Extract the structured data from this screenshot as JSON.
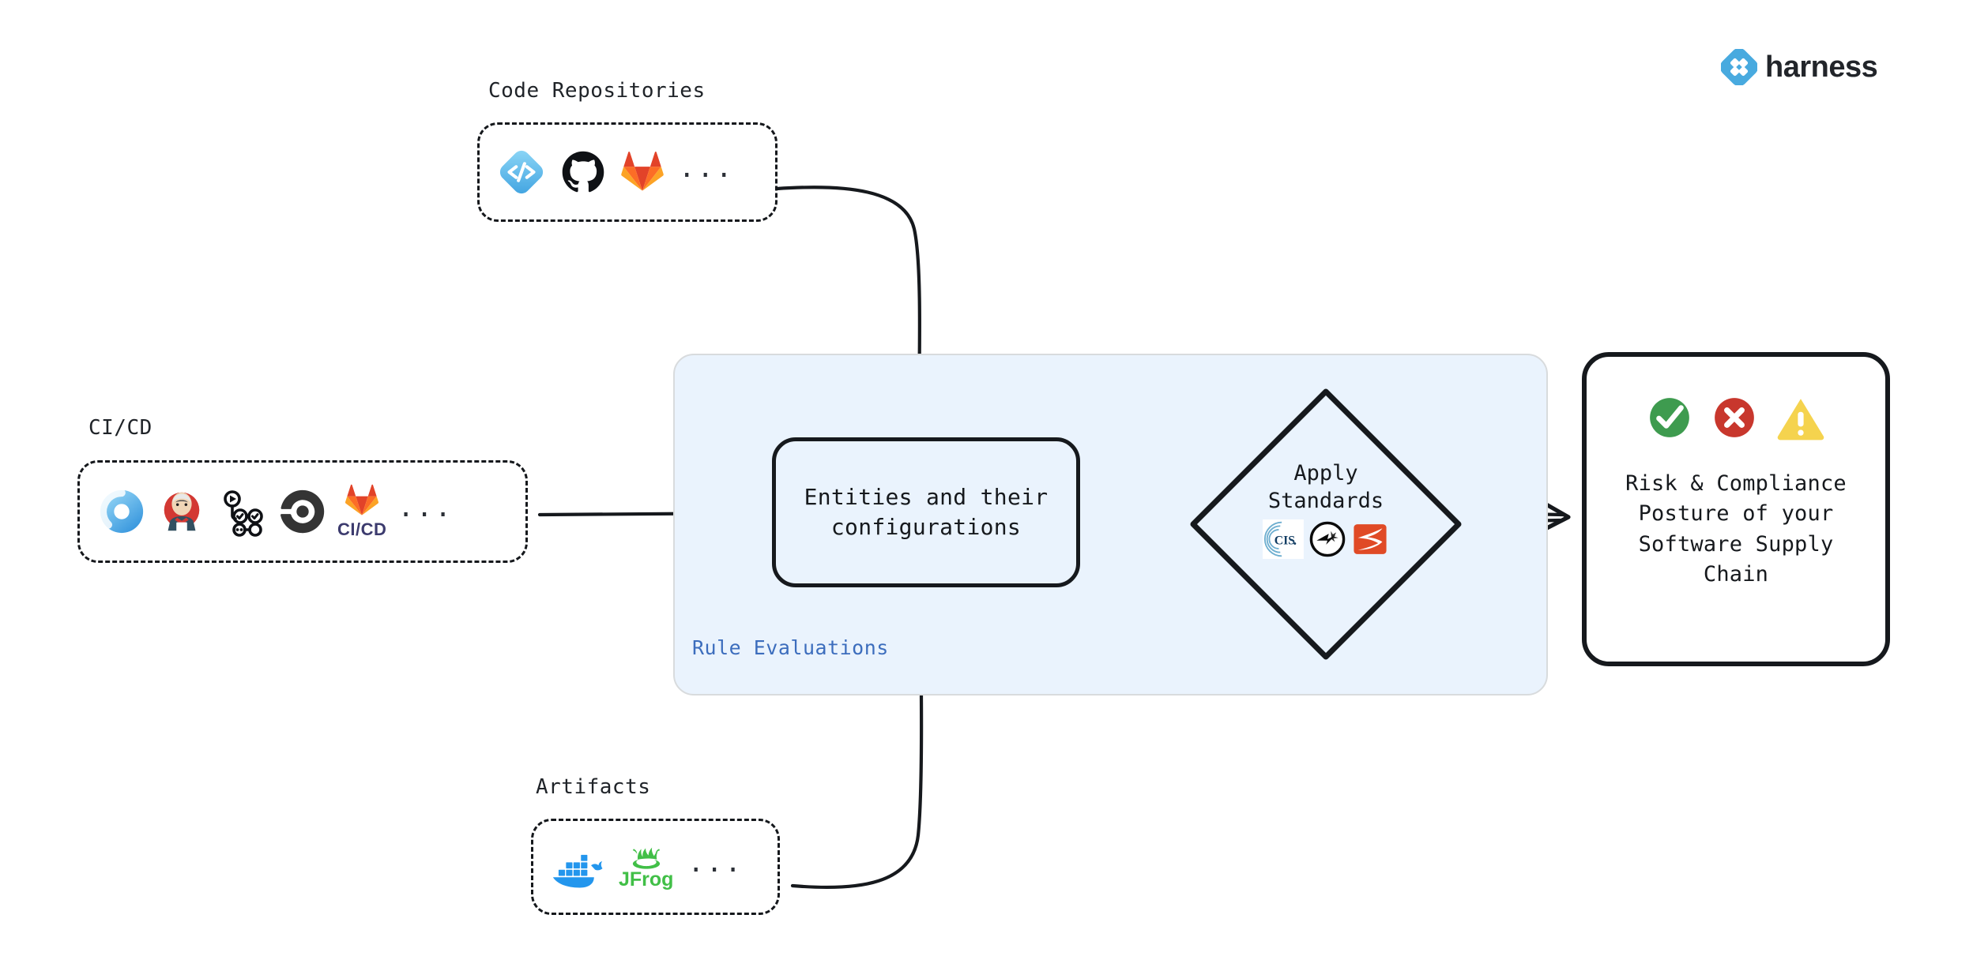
{
  "brand": {
    "name": "harness",
    "mark_icon": "harness-diamond-logo-icon",
    "accent_color": "#48AADF",
    "word_color": "#22252A"
  },
  "colors": {
    "panel_background": "#EAF3FD",
    "panel_border": "#D8DBDD",
    "panel_label": "#3C6DBD",
    "stroke": "#16191D",
    "status_pass": "#3E9B4F",
    "status_fail": "#C8372D",
    "status_warn": "#F5D34E"
  },
  "sources": [
    {
      "id": "code-repositories",
      "label": "Code Repositories",
      "ellipsis": "...",
      "logos": [
        {
          "name": "harness-code-repository-icon",
          "title": "Harness Code"
        },
        {
          "name": "github-icon",
          "title": "GitHub"
        },
        {
          "name": "gitlab-icon",
          "title": "GitLab"
        }
      ]
    },
    {
      "id": "ci-cd",
      "label": "CI/CD",
      "ellipsis": "...",
      "logos": [
        {
          "name": "harness-ci-icon",
          "title": "Harness CI"
        },
        {
          "name": "jenkins-icon",
          "title": "Jenkins"
        },
        {
          "name": "github-actions-icon",
          "title": "GitHub Actions"
        },
        {
          "name": "circleci-icon",
          "title": "CircleCI"
        },
        {
          "name": "gitlab-cicd-icon",
          "title": "GitLab CI/CD",
          "caption": "CI/CD"
        }
      ]
    },
    {
      "id": "artifacts",
      "label": "Artifacts",
      "ellipsis": "...",
      "logos": [
        {
          "name": "docker-icon",
          "title": "Docker"
        },
        {
          "name": "jfrog-icon",
          "title": "JFrog"
        }
      ]
    }
  ],
  "pipeline": {
    "panel_label": "Rule Evaluations",
    "entities": {
      "text": "Entities and their\nconfigurations"
    },
    "apply_standards": {
      "text": "Apply\nStandards",
      "logos": [
        {
          "name": "cis-icon",
          "title": "CIS"
        },
        {
          "name": "owasp-icon",
          "title": "OWASP"
        },
        {
          "name": "slsa-icon",
          "title": "SLSA"
        }
      ]
    },
    "outcome": {
      "text": "Risk & Compliance\nPosture of your\nSoftware Supply\nChain",
      "icons": [
        {
          "name": "check-circle-icon",
          "title": "Pass"
        },
        {
          "name": "cross-circle-icon",
          "title": "Fail"
        },
        {
          "name": "warning-triangle-icon",
          "title": "Warning"
        }
      ]
    }
  },
  "connectors": [
    {
      "name": "code-repositories-to-entities-arrow",
      "from": "code-repositories",
      "to": "entities",
      "style": "curved"
    },
    {
      "name": "cicd-to-entities-arrow",
      "from": "ci-cd",
      "to": "entities",
      "style": "straight"
    },
    {
      "name": "artifacts-to-entities-arrow",
      "from": "artifacts",
      "to": "entities",
      "style": "curved"
    },
    {
      "name": "entities-to-apply-standards-arrow",
      "from": "entities",
      "to": "apply-standards",
      "style": "double-line"
    },
    {
      "name": "apply-standards-to-outcome-arrow",
      "from": "apply-standards",
      "to": "outcome",
      "style": "double-line"
    }
  ]
}
